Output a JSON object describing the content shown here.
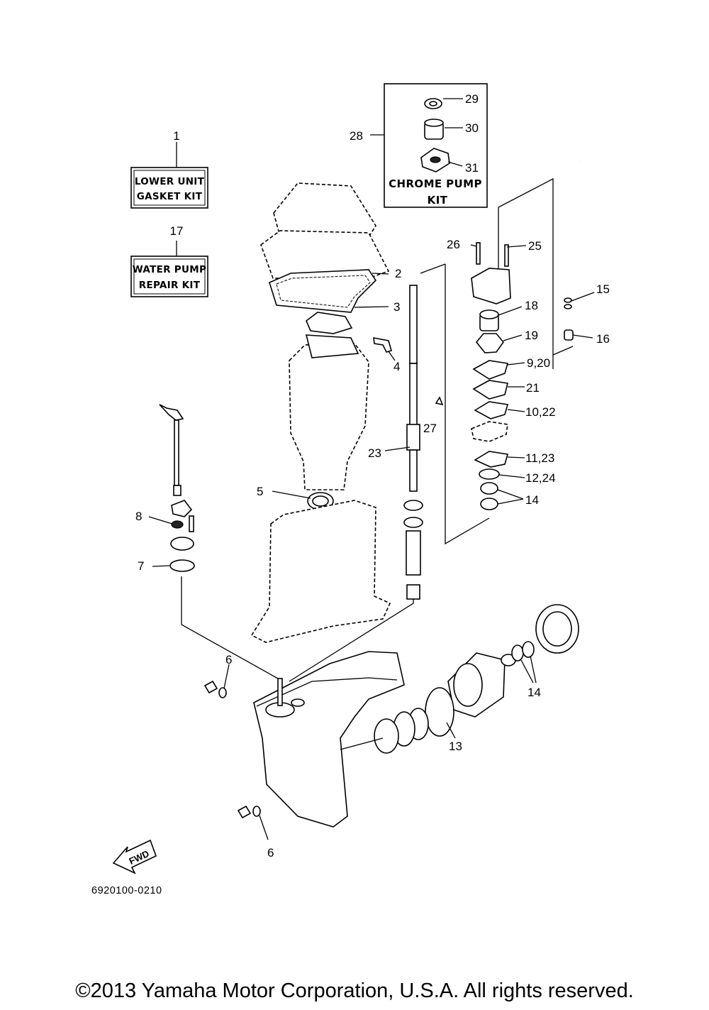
{
  "callouts": {
    "c1": "1",
    "c2": "2",
    "c3": "3",
    "c4": "4",
    "c5": "5",
    "c6a": "6",
    "c6b": "6",
    "c7": "7",
    "c8": "8",
    "c9_20": "9,20",
    "c10_22": "10,22",
    "c11_23": "11,23",
    "c12_24": "12,24",
    "c13": "13",
    "c14a": "14",
    "c14b": "14",
    "c15": "15",
    "c16": "16",
    "c17": "17",
    "c18": "18",
    "c19": "19",
    "c21": "21",
    "c23": "23",
    "c25": "25",
    "c26": "26",
    "c27": "27",
    "c28": "28",
    "c29": "29",
    "c30": "30",
    "c31": "31"
  },
  "kits": {
    "gasket_line1": "LOWER UNIT",
    "gasket_line2": "GASKET KIT",
    "pump_line1": "WATER PUMP",
    "pump_line2": "REPAIR KIT",
    "chrome_line1": "CHROME PUMP",
    "chrome_line2": "KIT"
  },
  "fwd_label": "FWD",
  "drawing_number": "6920100-0210",
  "copyright": "©2013 Yamaha Motor Corporation, U.S.A. All rights reserved."
}
